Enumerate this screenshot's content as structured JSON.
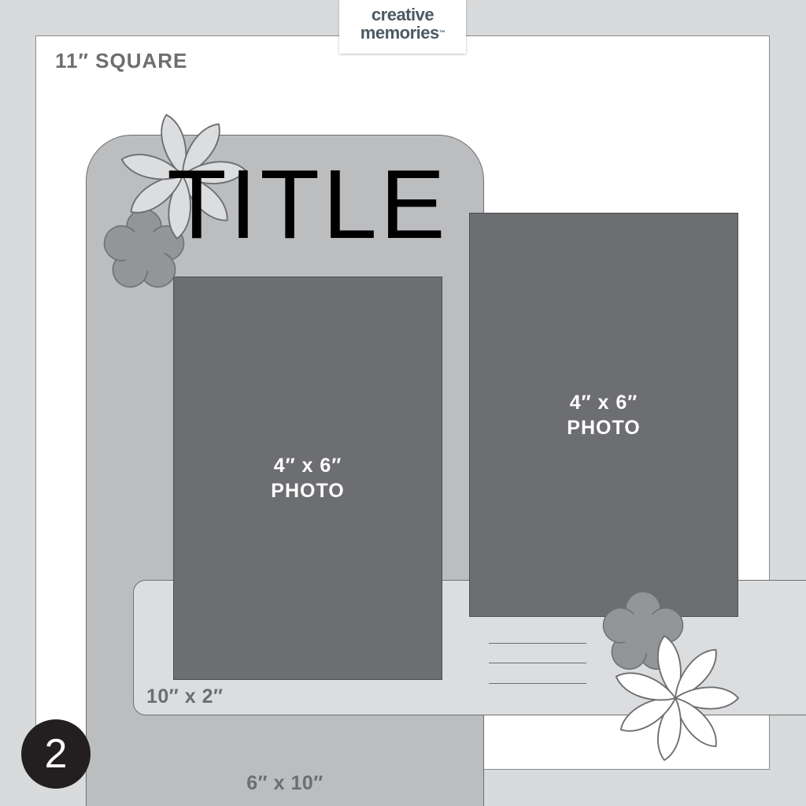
{
  "logo": {
    "line1": "creative",
    "line2": "memories",
    "trademark": "™"
  },
  "page_size_label": "11″ SQUARE",
  "title_placeholder": "TITLE",
  "photos": [
    {
      "line1": "4″ x 6″",
      "line2": "PHOTO"
    },
    {
      "line1": "4″ x 6″",
      "line2": "PHOTO"
    }
  ],
  "strip_label": "10″ x 2″",
  "mat_label": "6″ x 10″",
  "layout_number": "2",
  "colors": {
    "background": "#d9dadb",
    "page": "#ffffff",
    "mat": "#bcbdbf",
    "strip": "#dcddde",
    "photo": "#6d6e71",
    "flower_light": "#dcddde",
    "flower_dark": "#939598",
    "flower_white": "#ffffff",
    "logo_text": "#4b5963",
    "logo_accent": "#1fa0d8"
  },
  "embellishments": [
    "flower-light-petal",
    "flower-dark-rounded",
    "flower-dark-rounded",
    "flower-white-petal"
  ]
}
